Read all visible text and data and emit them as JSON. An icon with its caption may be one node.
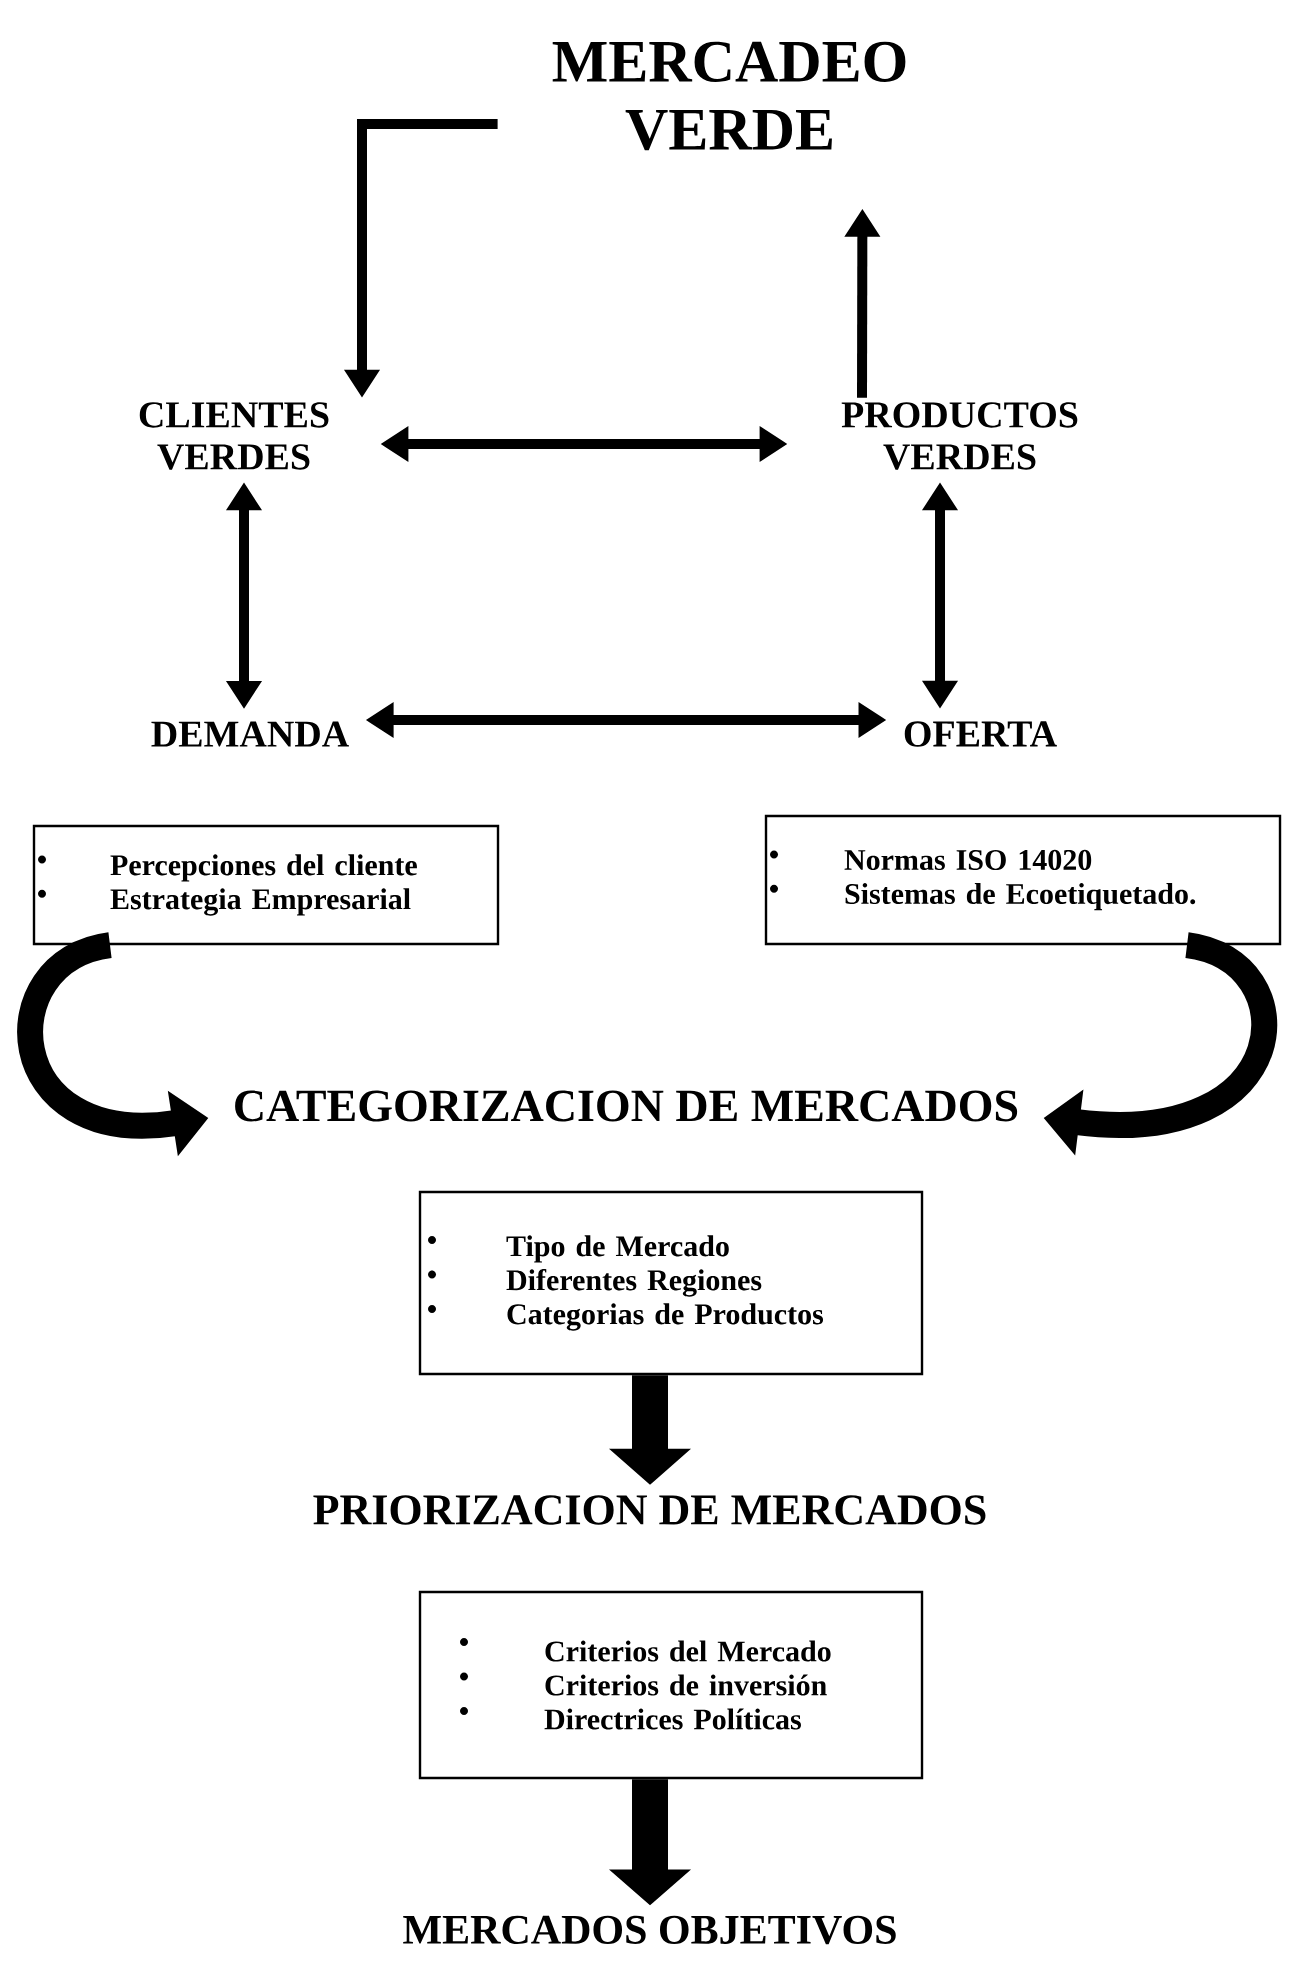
{
  "diagram": {
    "nodes": [
      {
        "text": [
          "MERCADEO VERDE"
        ]
      },
      {
        "text": [
          "CLIENTES VERDES"
        ]
      },
      {
        "text": [
          "PRODUCTOS VERDES"
        ]
      },
      {
        "text": [
          "DEMANDA"
        ]
      },
      {
        "text": [
          "OFERTA"
        ]
      },
      {
        "text": [
          "Percepciones del cliente",
          "Estrategia Empresarial"
        ]
      },
      {
        "text": [
          "Normas ISO 14020",
          "Sistemas de Ecoetiquetado."
        ]
      },
      {
        "text": [
          "CATEGORIZACION DE MERCADOS"
        ]
      },
      {
        "text": [
          "Tipo de Mercado",
          "Diferentes Regiones",
          "Categorias de Productos"
        ]
      },
      {
        "text": [
          "PRIORIZACION DE MERCADOS"
        ]
      },
      {
        "text": [
          "Criterios del Mercado",
          "Criterios de inversión",
          "Directrices Políticas"
        ]
      },
      {
        "text": [
          "MERCADOS OBJETIVOS"
        ]
      }
    ],
    "edges": [
      {
        "from": 0,
        "to": 1,
        "arrow": "to"
      },
      {
        "from": 2,
        "to": 0,
        "arrow": "to"
      },
      {
        "from": 1,
        "to": 2,
        "arrow": "both"
      },
      {
        "from": 1,
        "to": 3,
        "arrow": "both"
      },
      {
        "from": 2,
        "to": 4,
        "arrow": "both"
      },
      {
        "from": 3,
        "to": 4,
        "arrow": "both"
      },
      {
        "from": 5,
        "to": 7,
        "arrow": "to",
        "style": "thick"
      },
      {
        "from": 6,
        "to": 7,
        "arrow": "to",
        "style": "thick"
      },
      {
        "from": 8,
        "to": 9,
        "arrow": "to",
        "style": "thick"
      },
      {
        "from": 10,
        "to": 11,
        "arrow": "to",
        "style": "thick"
      }
    ]
  }
}
